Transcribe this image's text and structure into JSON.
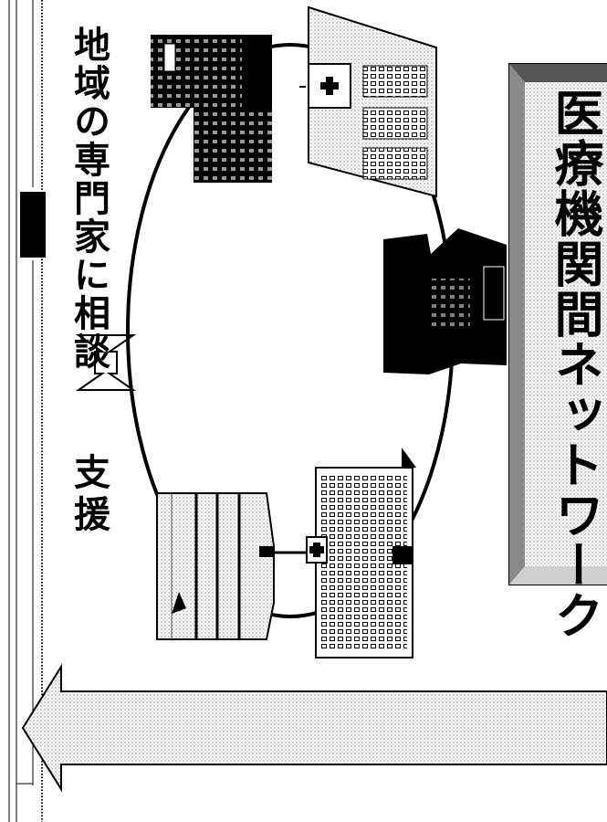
{
  "labels": {
    "consult": "地域の専門家に相談",
    "support": "支援",
    "network": "医療機関間ネットワーク"
  },
  "colors": {
    "ink": "#000000",
    "paper": "#ffffff",
    "stipple": "#b9b9b9",
    "panel": "#d9d9d9"
  },
  "icons": [
    "office-building-icon",
    "hospital-icon",
    "clinic-icon",
    "factory-icon",
    "hospital-icon",
    "hospital-icon"
  ]
}
